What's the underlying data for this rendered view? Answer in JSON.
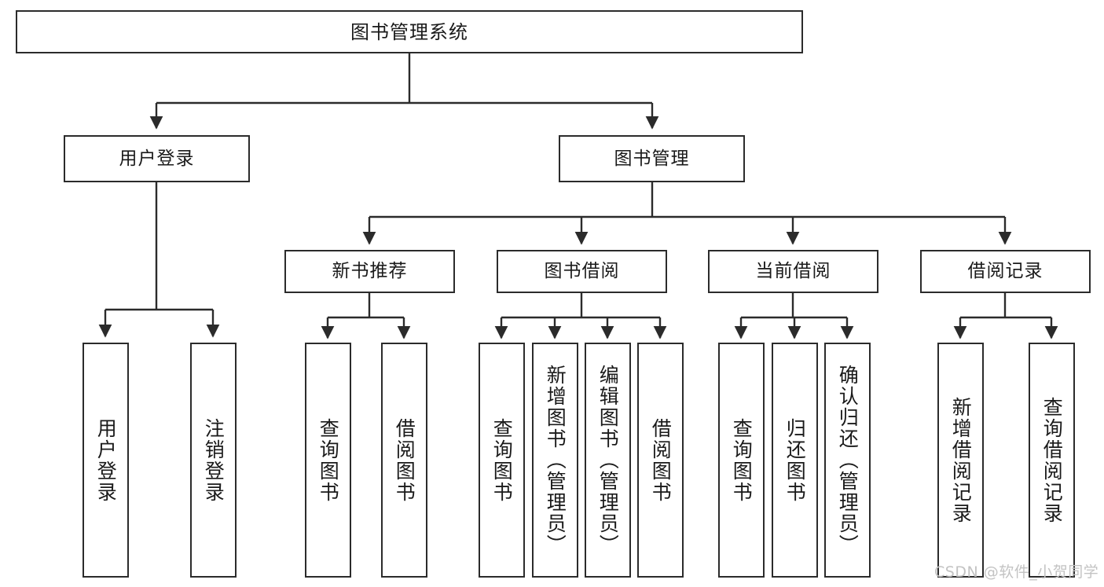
{
  "diagram": {
    "title": "图书管理系统",
    "root": {
      "id": "root",
      "label": "图书管理系统"
    },
    "level2": [
      {
        "id": "user-login",
        "label": "用户登录"
      },
      {
        "id": "book-management",
        "label": "图书管理"
      }
    ],
    "level3": [
      {
        "id": "new-book-recommend",
        "label": "新书推荐"
      },
      {
        "id": "book-borrow",
        "label": "图书借阅"
      },
      {
        "id": "current-borrow",
        "label": "当前借阅"
      },
      {
        "id": "borrow-record",
        "label": "借阅记录"
      }
    ],
    "leaves": [
      {
        "id": "leaf-user-login",
        "label": "用户登录",
        "parent": "user-login"
      },
      {
        "id": "leaf-user-logout",
        "label": "注销登录",
        "parent": "user-login"
      },
      {
        "id": "leaf-query-book-1",
        "label": "查询图书",
        "parent": "new-book-recommend"
      },
      {
        "id": "leaf-borrow-book-1",
        "label": "借阅图书",
        "parent": "new-book-recommend"
      },
      {
        "id": "leaf-query-book-2",
        "label": "查询图书",
        "parent": "book-borrow"
      },
      {
        "id": "leaf-add-book",
        "label": "新增图书（管理员）",
        "parent": "book-borrow"
      },
      {
        "id": "leaf-edit-book",
        "label": "编辑图书（管理员）",
        "parent": "book-borrow"
      },
      {
        "id": "leaf-borrow-book-2",
        "label": "借阅图书",
        "parent": "book-borrow"
      },
      {
        "id": "leaf-query-book-3",
        "label": "查询图书",
        "parent": "current-borrow"
      },
      {
        "id": "leaf-return-book",
        "label": "归还图书",
        "parent": "current-borrow"
      },
      {
        "id": "leaf-confirm-return",
        "label": "确认归还（管理员）",
        "parent": "current-borrow"
      },
      {
        "id": "leaf-add-record",
        "label": "新增借阅记录",
        "parent": "borrow-record"
      },
      {
        "id": "leaf-query-record",
        "label": "查询借阅记录",
        "parent": "borrow-record"
      }
    ]
  },
  "watermark": {
    "text": "CSDN @软件_小贺同学"
  },
  "colors": {
    "stroke": "#2b2b2b",
    "background": "#ffffff",
    "text": "#1a1a1a",
    "watermark": "#c3c3c3"
  }
}
